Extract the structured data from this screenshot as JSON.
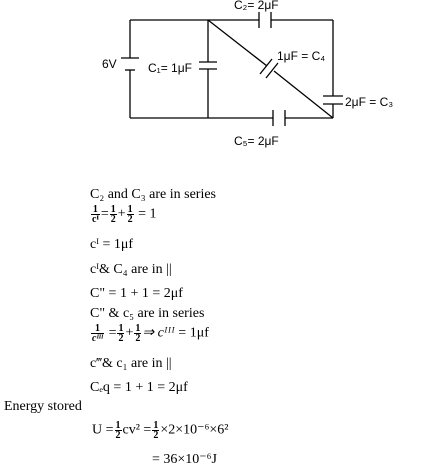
{
  "circuit": {
    "source": "6V",
    "c1": "C₁= 1μF",
    "c2": "C₂= 2μF",
    "c3": "2μF = C₃",
    "c4": "1μF = C₄",
    "c5": "C₅= 2μF"
  },
  "solution": {
    "l1": "C₂ and C₃ are in series",
    "l2_lhs_num": "1",
    "l2_lhs_den": "cᴵ",
    "l2_a_num": "1",
    "l2_a_den": "2",
    "l2_b_num": "1",
    "l2_b_den": "2",
    "l2_result": "= 1",
    "l3": "cᴵ = 1μf",
    "l4": "cᴵ& C₄ are in ||",
    "l5": "C\" = 1 + 1 = 2μf",
    "l6": "C\" & c₅ are in series",
    "l7_lhs_num": "1",
    "l7_lhs_den": "cᴵᴵᴵ",
    "l7_a_num": "1",
    "l7_a_den": "2",
    "l7_b_num": "1",
    "l7_b_den": "2",
    "l7_mid": "⇒ cᴵᴵᴵ",
    "l7_result": "= 1μf",
    "l8": "c‴& c₁ are in ||",
    "l9": "Cₑq = 1 + 1 = 2μf",
    "energy_heading": "Energy stored",
    "l11_prefix": "U =",
    "l11_a_num": "1",
    "l11_a_den": "2",
    "l11_mid": "cv² =",
    "l11_b_num": "1",
    "l11_b_den": "2",
    "l11_rest": "×2×10⁻⁶×6²",
    "l12": "= 36×10⁻⁶J"
  }
}
